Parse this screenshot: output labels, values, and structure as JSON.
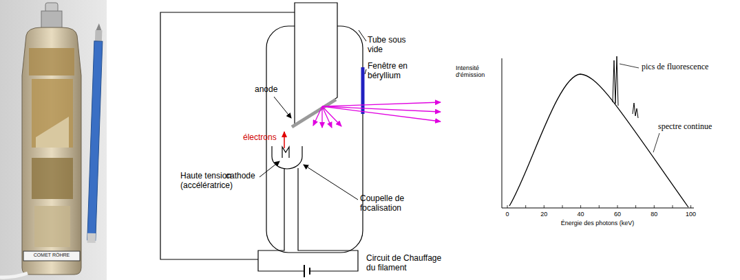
{
  "diagram": {
    "labels": [
      "Tube sous vide",
      "Fenêtre en béryllium",
      "anode",
      "électrons",
      "cathode",
      "Coupelle de focalisation",
      "Haute tension (accélératrice)",
      "Circuit de Chauffage du filament",
      "Intensité d'émission",
      "pics de fluorescence",
      "spectre continue",
      "0",
      "20",
      "40",
      "60",
      "80",
      "100",
      "Énergie des photons (keV)",
      "COMET RÖHRE"
    ]
  }
}
